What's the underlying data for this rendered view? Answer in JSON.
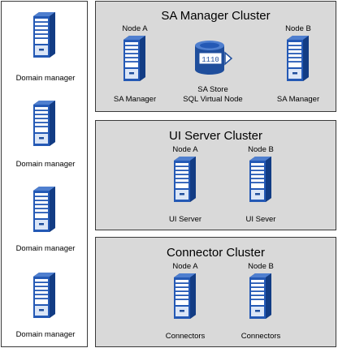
{
  "domain_managers": [
    {
      "label": "Domain manager"
    },
    {
      "label": "Domain manager"
    },
    {
      "label": "Domain manager"
    },
    {
      "label": "Domain manager"
    }
  ],
  "clusters": [
    {
      "title": "SA Manager Cluster",
      "node_a": "Node A",
      "node_a_role": "SA Manager",
      "node_b": "Node B",
      "node_b_role": "SA Manager",
      "store_line1": "SA Store",
      "store_line2": "SQL Virtual Node"
    },
    {
      "title": "UI Server Cluster",
      "node_a": "Node A",
      "node_a_role": "UI Server",
      "node_b": "Node B",
      "node_b_role": "UI Sever"
    },
    {
      "title": "Connector Cluster",
      "node_a": "Node A",
      "node_a_role": "Connectors",
      "node_b": "Node B",
      "node_b_role": "Connectors"
    }
  ],
  "colors": {
    "server_blue": "#1f4e9c",
    "cluster_bg": "#d9d9d9",
    "border": "#3a3a3a"
  },
  "icons": {
    "server": "server-icon",
    "database": "database-icon"
  }
}
